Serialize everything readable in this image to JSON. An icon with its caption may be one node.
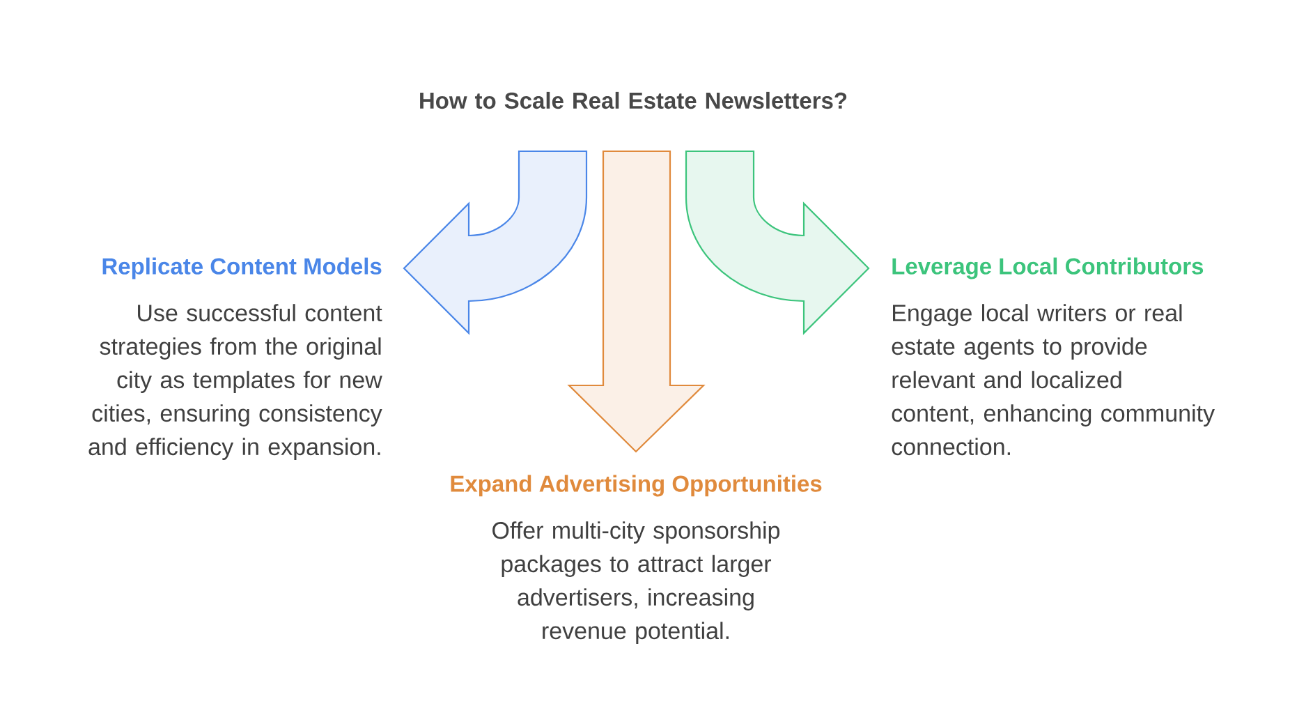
{
  "diagram": {
    "nodes": [
      {
        "text": [
          "How to Scale Real Estate Newsletters?"
        ]
      },
      {
        "text": [
          "Replicate Content Models",
          "Use successful content strategies from the original city as templates for new cities, ensuring consistency and efficiency in expansion."
        ]
      },
      {
        "text": [
          "Expand Advertising Opportunities",
          "Offer multi-city sponsorship packages to attract larger advertisers, increasing revenue potential."
        ]
      },
      {
        "text": [
          "Leverage Local Contributors",
          "Engage local writers or real estate agents to provide relevant and localized content, enhancing community connection."
        ]
      }
    ],
    "edges": [
      {
        "from": 0,
        "to": 1,
        "arrow": "to",
        "color": "#4a86e8"
      },
      {
        "from": 0,
        "to": 2,
        "arrow": "to",
        "color": "#e08a3c"
      },
      {
        "from": 0,
        "to": 3,
        "arrow": "to",
        "color": "#3cc47c"
      }
    ]
  }
}
